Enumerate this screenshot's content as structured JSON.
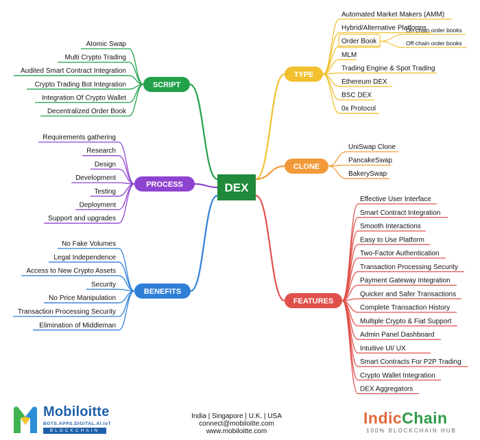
{
  "center": {
    "label": "DEX",
    "color": "#1e8a3a"
  },
  "branches": {
    "script": {
      "label": "SCRIPT",
      "color": "#22a04a",
      "items": [
        "Atomic Swap",
        "Multi Crypto Trading",
        "Audited Smart Contract Integration",
        "Crypto Trading Bot Integration",
        "Integration Of Crypto Wallet",
        "Decentralized Order Book"
      ]
    },
    "process": {
      "label": "PROCESS",
      "color": "#8e44d0",
      "items": [
        "Requirements gathering",
        "Research",
        "Design",
        "Development",
        "Testing",
        "Deployment",
        "Support and upgrades"
      ]
    },
    "benefits": {
      "label": "BENEFITS",
      "color": "#2f7fd6",
      "items": [
        "No Fake Volumes",
        "Legal Independence",
        "Access to New Crypto Assets",
        "Security",
        "No Price Manipulation",
        "Transaction Processing Security",
        "Elimination of Middleman"
      ]
    },
    "type": {
      "label": "TYPE",
      "color": "#f0c02e",
      "items": [
        "Automated Market Makers (AMM)",
        "Hybrid/Alternative Platforms",
        "Order Book",
        "MLM",
        "Trading Engine & Spot Trading",
        "Ethereum  DEX",
        "BSC DEX",
        "0x Protocol"
      ],
      "order_book_children": [
        "On-chain order books",
        "Off-chain order books"
      ]
    },
    "clone": {
      "label": "CLONE",
      "color": "#f29a3a",
      "items": [
        "UniSwap Clone",
        "PancakeSwap",
        "BakerySwap"
      ]
    },
    "features": {
      "label": "FEATURES",
      "color": "#e0504a",
      "items": [
        "Effective User Interface",
        "Smart Contract Integration",
        "Smooth Interactions",
        "Easy to Use Platform",
        "Two-Factor Authentication",
        "Transaction Processing Security",
        "Payment Gateway Integration",
        "Quicker and Safer Transactions",
        "Complete Transaction History",
        "Multiple Crypto & Fiat Support",
        "Admin Panel Dashboard",
        "Intuitive UI/ UX",
        "Smart Contracts For P2P Trading",
        "Crypto Wallet Integration",
        "DEX Aggregators"
      ]
    }
  },
  "footer": {
    "locations": "India  |  Singapore  |  U.K.  |  USA",
    "email": "connect@mobiloitte.com",
    "website": "www.mobiloitte.com",
    "left_logo_name": "Mobiloitte",
    "left_logo_tagline": "BOTS.APPS.DIGITAL.AI.IoT",
    "left_logo_bar": "BLOCKCHAIN",
    "right_logo_name_a": "Indic",
    "right_logo_name_b": "Chain",
    "right_logo_tagline": "100% BLOCKCHAIN HUB"
  }
}
